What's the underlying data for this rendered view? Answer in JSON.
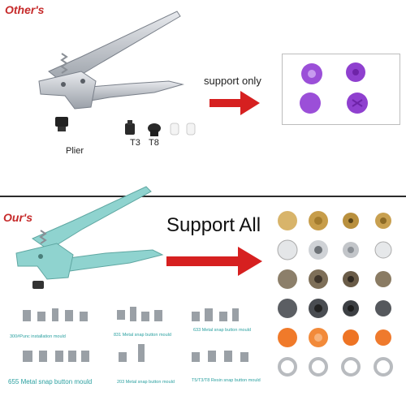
{
  "top": {
    "heading": "Other's",
    "plier_label": "Plier",
    "die_labels": [
      "T3",
      "T8"
    ],
    "support_text": "support only",
    "swatch_color": "#9b4fd8"
  },
  "bottom": {
    "heading": "Our's",
    "support_text": "Support All",
    "tool_color": "#8fd3cf",
    "mould_labels": [
      "300#Punc installation mould",
      "831 Metal snap button mould",
      "633 Metal snap button mould",
      "655 Metal snap button mould",
      "203 Metal snap button mould",
      "T5/T3/T8 Resin snap button mould"
    ]
  },
  "colors": {
    "arrow": "#d62020",
    "heading": "#c62a2a",
    "accent_orange": "#f07a2a"
  }
}
